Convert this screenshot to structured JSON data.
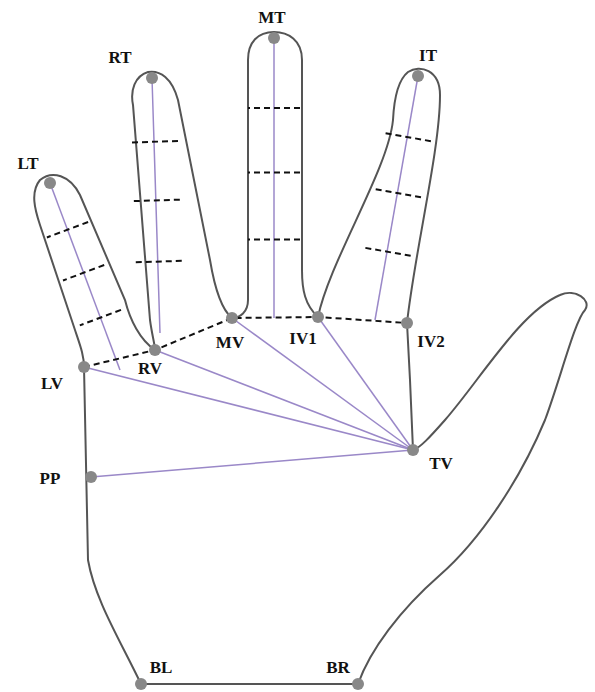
{
  "diagram": {
    "labels": [
      "LT",
      "RT",
      "MT",
      "IT",
      "LV",
      "RV",
      "MV",
      "IV1",
      "IV2",
      "TV",
      "PP",
      "BL",
      "BR"
    ]
  }
}
